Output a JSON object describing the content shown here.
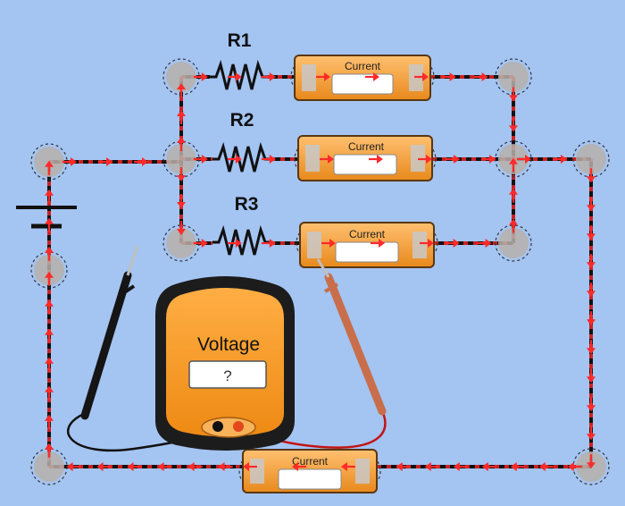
{
  "resistors": [
    {
      "label": "R1"
    },
    {
      "label": "R2"
    },
    {
      "label": "R3"
    }
  ],
  "ammeters": [
    {
      "label": "Current",
      "value": ""
    },
    {
      "label": "Current",
      "value": ""
    },
    {
      "label": "Current",
      "value": ""
    },
    {
      "label": "Current",
      "value": ""
    }
  ],
  "voltmeter": {
    "label": "Voltage",
    "value": "?"
  },
  "colors": {
    "background": "#a4c4f2",
    "wire_dash": "#cc2222",
    "arrow": "#ff2a2a",
    "meter_orange": "#f6a030",
    "meter_body": "#1c1c1c",
    "probe_red": "#c86e4a",
    "probe_black": "#151515"
  },
  "icons": [
    "battery-icon",
    "resistor-icon",
    "ammeter-icon",
    "voltmeter-icon",
    "probe-icon",
    "current-arrow-icon"
  ]
}
